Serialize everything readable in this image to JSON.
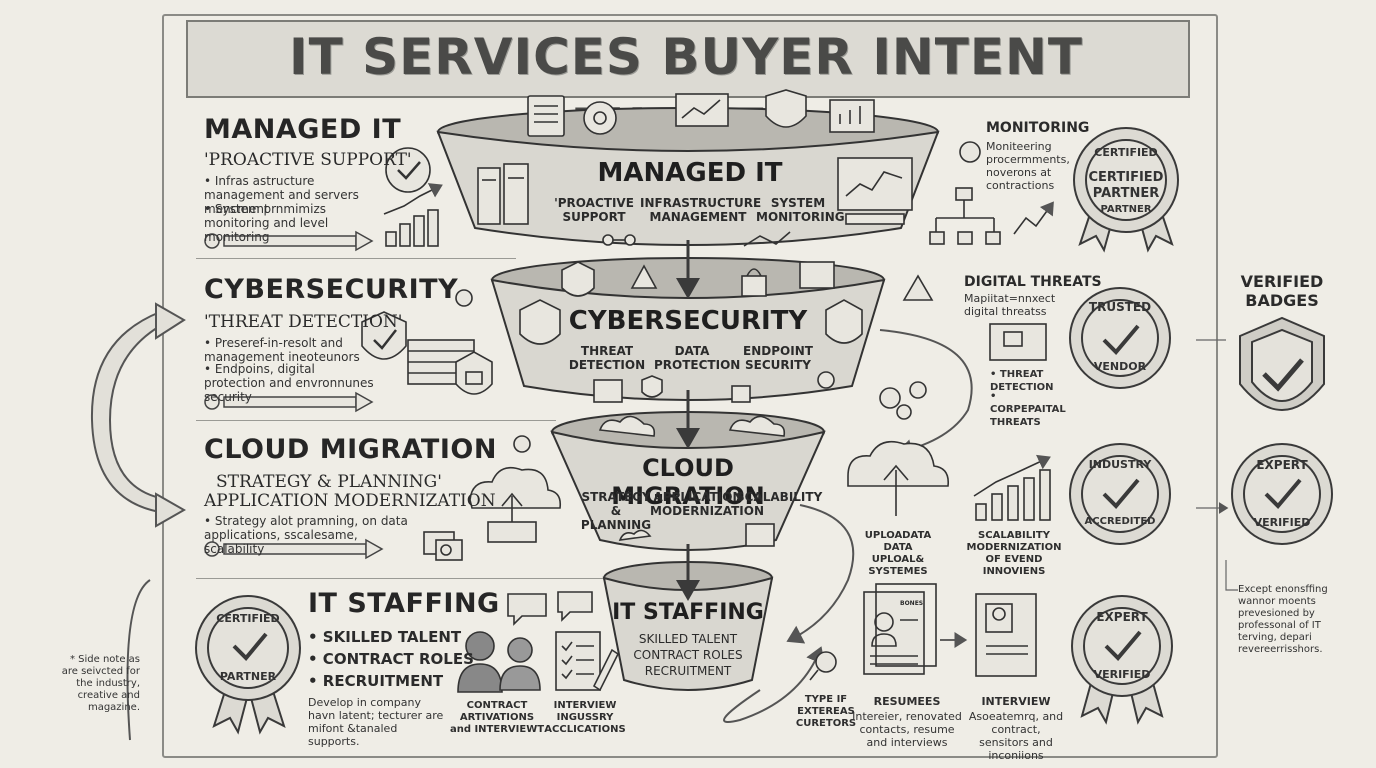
{
  "title": "IT SERVICES BUYER INTENT FUNNEL",
  "sections": {
    "managed": {
      "heading": "MANAGED IT",
      "subtitle": "'PROACTIVE SUPPORT'",
      "bullets": [
        "• Infras astructure management and servers mencment",
        "• System prnmimizs monitoring and level monitoring"
      ]
    },
    "cyber": {
      "heading": "CYBERSECURITY",
      "subtitle": "'THREAT DETECTION'",
      "bullets": [
        "• Preseref-in-resolt and management ineoteunors",
        "• Endpoins, digital protection and envronnunes security"
      ]
    },
    "cloud": {
      "heading": "CLOUD MIGRATION",
      "subtitle1": "STRATEGY & PLANNING'",
      "subtitle2": "APPLICATION MODERNIZATION",
      "bullets": [
        "• Strategy alot pramning, on data applications, sscalesame, scalability"
      ]
    },
    "staffing": {
      "heading": "IT STAFFING",
      "items": [
        "• SKILLED TALENT",
        "• CONTRACT ROLES",
        "• RECRUITMENT"
      ],
      "note": "Develop in company havn latent; tecturer are mifont &tanaled supports.",
      "cap_contract": "CONTRACT ARTIVATIONS and INTERVIEWT",
      "cap_interview": "INTERVIEW INGUSSRY ACCLICATIONS"
    }
  },
  "funnel": {
    "managed": {
      "title": "MANAGED IT",
      "items": [
        "'PROACTIVE SUPPORT",
        "INFRASTRUCTURE MANAGEMENT",
        "SYSTEM MONITORING"
      ]
    },
    "cyber": {
      "title": "CYBERSECURITY",
      "items": [
        "THREAT DETECTION",
        "DATA PROTECTION",
        "ENDPOINT SECURITY"
      ]
    },
    "cloud": {
      "title": "CLOUD MIGRATION",
      "items": [
        "STRATEGY & PLANNING",
        "APPLICATION MODERNIZATION",
        "SCALABILITY"
      ]
    },
    "staffing": {
      "title": "IT STAFFING",
      "items": [
        "SKILLED TALENT",
        "CONTRACT ROLES",
        "RECRUITMENT"
      ]
    }
  },
  "right": {
    "monitoring_title": "MONITORING",
    "monitoring_text": "Moniteering procermments, noverons at contractions",
    "threats_title": "DIGITAL THREATS",
    "threats_text": "Mapiitat=nnxect digital threatss",
    "threats_bullets": [
      "• THREAT DETECTION",
      "• CORPEPAITAL THREATS"
    ],
    "upload_cap": "UPLOADATA DATA UPLOAL& SYSTEMES",
    "scal_cap": "SCALABILITY MODERNIZATION OF EVEND INNOVIENS",
    "type_cap": "TYPE IF EXTEREAS CURETORS",
    "resumes_title": "RESUMEES",
    "resumes_text": "Intereier, renovated contacts, resume and interviews",
    "interview_title": "INTERVIEW",
    "interview_text": "Asoeatemrq, and contract, sensitors and inconiions",
    "resume_doc_label": "BONES"
  },
  "badges": {
    "certified_top": [
      "CERTIFIED",
      "PARTNER",
      "PARTNER"
    ],
    "trusted": [
      "TRUSTED",
      "VENDOR"
    ],
    "industry": [
      "INDUSTRY",
      "ACCREDITED"
    ],
    "expert1": [
      "EXPERT",
      "VERIFIED"
    ],
    "expert2": [
      "EXPERT",
      "VERIFIED"
    ],
    "certified_left": [
      "CERTIFIED",
      "PARTNER"
    ]
  },
  "side": {
    "verified_badges": "VERIFIED BADGES",
    "right_note": "Except enonsffing wannor moents prevesioned by professonal of IT terving, depari revereerrisshors.",
    "left_note": "* Side note as are seivcted for the industry, creative and magazine."
  },
  "colors": {
    "paper": "#efede6",
    "ink": "#2b2b2b",
    "funnel_fill": "#d9d7d0",
    "line": "#555555"
  }
}
